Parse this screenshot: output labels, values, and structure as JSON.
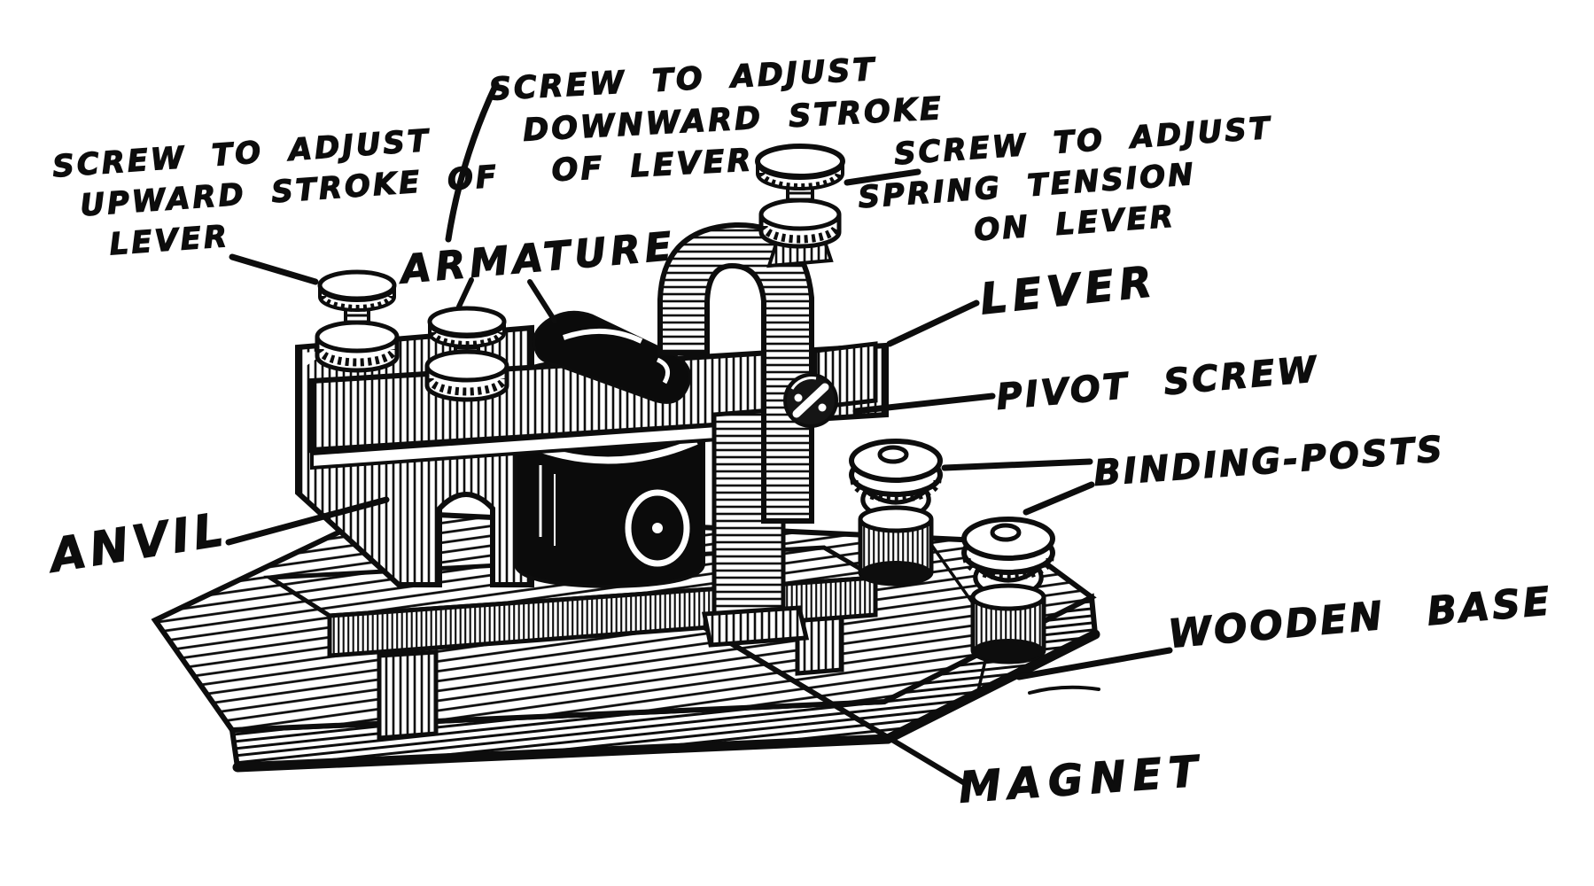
{
  "figure": {
    "subject": "telegraph sounder instrument",
    "style": "vintage pen-and-ink line engraving",
    "background_color": "#ffffff",
    "ink_color": "#0d0d0d"
  },
  "labels": {
    "upward_screw": {
      "lines": [
        "SCREW TO ADJUST",
        "UPWARD STROKE OF",
        "LEVER"
      ]
    },
    "downward_screw": {
      "lines": [
        "SCREW TO ADJUST",
        "DOWNWARD STROKE",
        "OF LEVER"
      ]
    },
    "spring_screw": {
      "lines": [
        "SCREW TO ADJUST",
        "SPRING TENSION",
        "ON LEVER"
      ]
    },
    "armature": "ARMATURE",
    "lever": "LEVER",
    "pivot_screw": "PIVOT SCREW",
    "binding_posts": "BINDING-POSTS",
    "anvil": "ANVIL",
    "wooden_base": "WOODEN BASE",
    "magnet": "MAGNET"
  }
}
